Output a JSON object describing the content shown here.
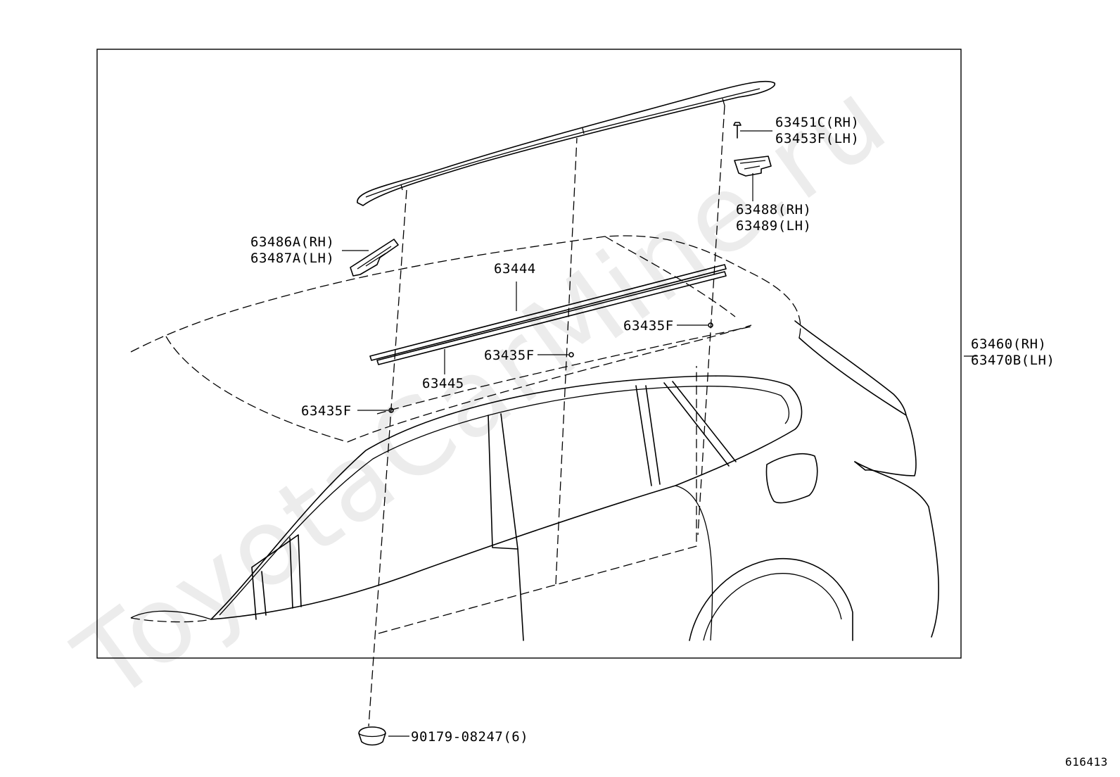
{
  "diagram": {
    "watermark": "ToyotaCarMine.ru",
    "figure_id": "616413",
    "labels": {
      "p63451c": "63451C(RH)",
      "p63453f": "63453F(LH)",
      "p63488": "63488(RH)",
      "p63489": "63489(LH)",
      "p63486a": "63486A(RH)",
      "p63487a": "63487A(LH)",
      "p63444": "63444",
      "p63445": "63445",
      "p63435f_a": "63435F",
      "p63435f_b": "63435F",
      "p63435f_c": "63435F",
      "p63460": "63460(RH)",
      "p63470b": "63470B(LH)",
      "p90179": "90179-08247(6)"
    }
  }
}
